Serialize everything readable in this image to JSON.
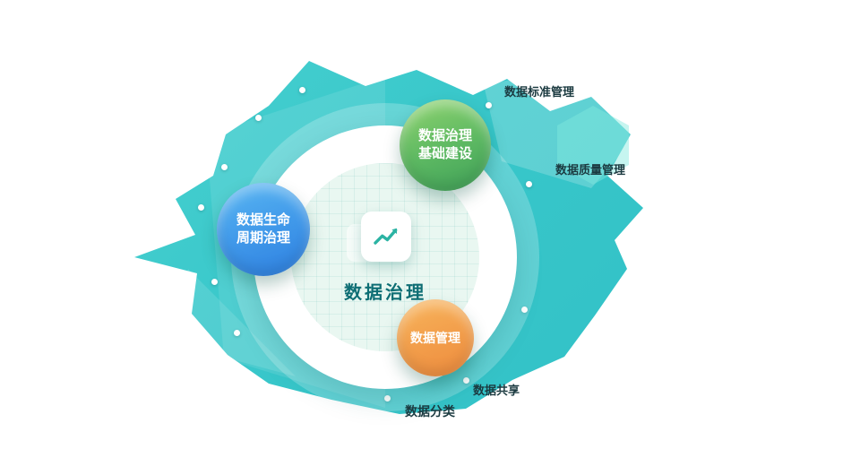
{
  "diagram": {
    "center": {
      "label": "数据治理",
      "icon": "line-chart-icon"
    },
    "nodes": {
      "green": {
        "line1": "数据治理",
        "line2": "基础建设"
      },
      "blue": {
        "line1": "数据生命",
        "line2": "周期治理"
      },
      "orange": {
        "label": "数据管理"
      }
    },
    "floating_labels": {
      "top_right_1": "数据标准管理",
      "top_right_2": "数据质量管理",
      "bottom_1": "数据共享",
      "bottom_2": "数据分类"
    },
    "colors": {
      "blob_teal": "#38c7ca",
      "blob_teal_light": "#62d9d2",
      "ring_white": "#ffffff",
      "inner_mint": "#e9f7f1",
      "green_top": "#8fd36e",
      "green_bottom": "#3fa058",
      "blue_top": "#59b7f2",
      "blue_bottom": "#2e7fe0",
      "orange_top": "#f8b55c",
      "orange_bottom": "#ee8b3e",
      "center_text": "#0e6e74",
      "label_dark": "#1b3a40"
    }
  }
}
